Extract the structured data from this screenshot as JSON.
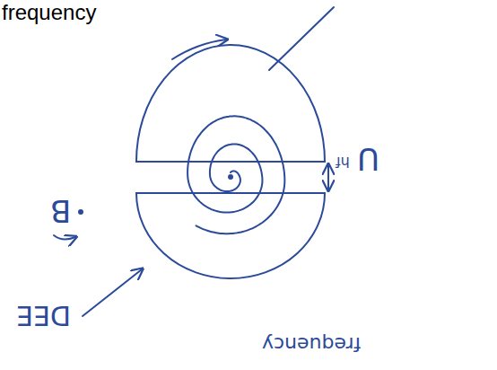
{
  "diagram": {
    "labels": [
      "frequency",
      "B",
      "U",
      "hf",
      "DEE",
      "frequency"
    ]
  }
}
